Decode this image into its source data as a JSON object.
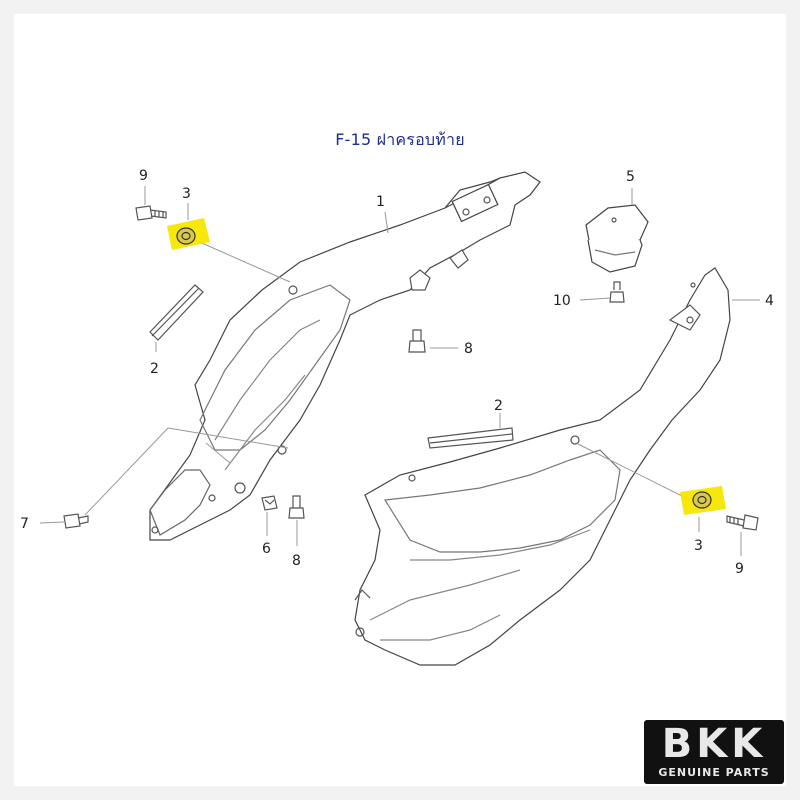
{
  "title": "F-15 ฝาครอบท้าย",
  "callouts": {
    "c9_left": "9",
    "c3_left": "3",
    "c1": "1",
    "c2_left": "2",
    "c7": "7",
    "c6": "6",
    "c8_lower": "8",
    "c8_upper": "8",
    "c5": "5",
    "c10": "10",
    "c4": "4",
    "c2_right": "2",
    "c3_right": "3",
    "c9_right": "9"
  },
  "highlight_color": "#f5e600",
  "logo": {
    "main": "BKK",
    "sub": "GENUINE PARTS"
  }
}
